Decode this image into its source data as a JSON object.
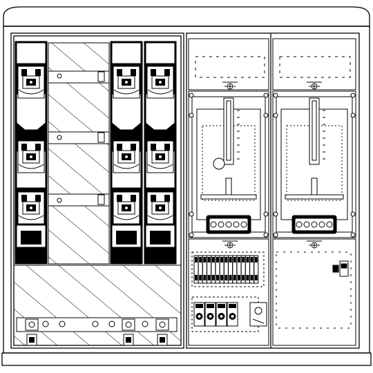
{
  "drawing": {
    "subject": "",
    "line_color": "#000000",
    "fill_color": "#ffffff"
  },
  "cabinet": {
    "left_section": {
      "fuse_strips": [
        {
          "position": "left",
          "fuse_bases": 3
        },
        {
          "position": "middle",
          "fuse_bases": 3
        },
        {
          "position": "right",
          "fuse_bases": 3
        }
      ],
      "busbar_terminals": 3
    },
    "right_section": {
      "meter_bays": 2,
      "bottom_panels": [
        {
          "position": "left",
          "contents": [
            "terminal-blocks",
            "fuse-holders",
            "relay"
          ]
        },
        {
          "position": "right",
          "contents": [
            "blank-panel",
            "small-device"
          ]
        }
      ]
    }
  }
}
